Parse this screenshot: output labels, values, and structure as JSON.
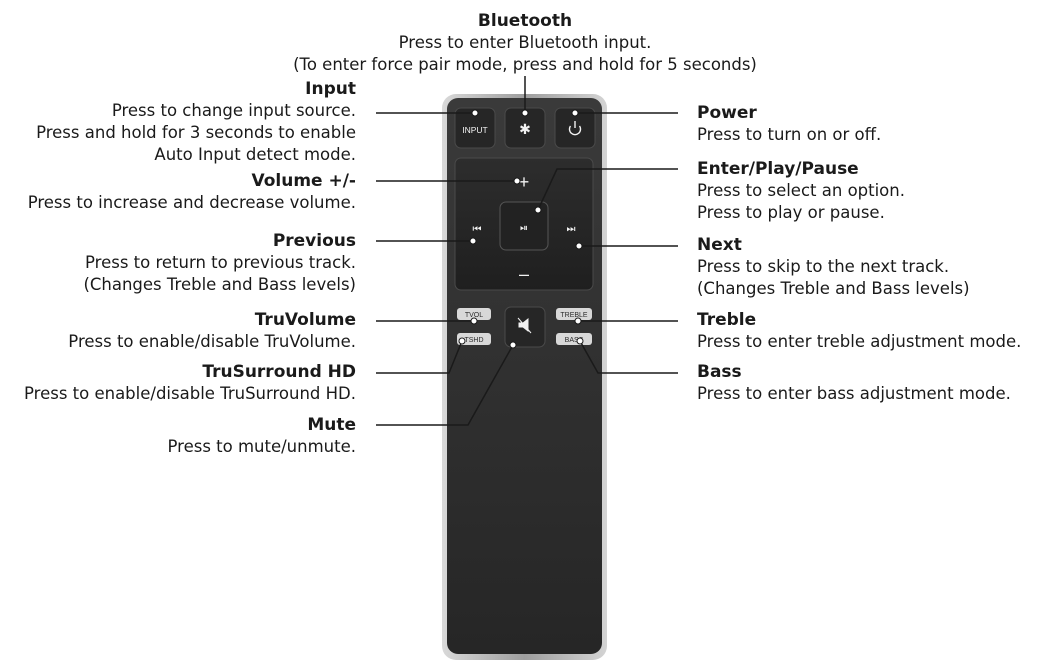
{
  "callouts": {
    "bluetooth": {
      "title": "Bluetooth",
      "lines": [
        "Press to enter Bluetooth input.",
        "(To enter force pair mode, press and hold for 5 seconds)"
      ]
    },
    "input": {
      "title": "Input",
      "lines": [
        "Press to change input source.",
        "Press and hold for 3 seconds to enable",
        "Auto Input detect mode."
      ]
    },
    "volume": {
      "title": "Volume +/-",
      "lines": [
        "Press to increase and decrease volume."
      ]
    },
    "previous": {
      "title": "Previous",
      "lines": [
        "Press to return to previous track.",
        "(Changes Treble and Bass levels)"
      ]
    },
    "truvolume": {
      "title": "TruVolume",
      "lines": [
        "Press to enable/disable TruVolume."
      ]
    },
    "trusurround": {
      "title": "TruSurround HD",
      "lines": [
        "Press to enable/disable TruSurround HD."
      ]
    },
    "mute": {
      "title": "Mute",
      "lines": [
        "Press to mute/unmute."
      ]
    },
    "power": {
      "title": "Power",
      "lines": [
        "Press to turn on or off."
      ]
    },
    "enter": {
      "title": "Enter/Play/Pause",
      "lines": [
        "Press to select an option.",
        "Press to play or pause."
      ]
    },
    "next": {
      "title": "Next",
      "lines": [
        "Press to skip to the next track.",
        "(Changes Treble and Bass levels)"
      ]
    },
    "treble": {
      "title": "Treble",
      "lines": [
        "Press to enter treble adjustment mode."
      ]
    },
    "bass": {
      "title": "Bass",
      "lines": [
        "Press to enter bass adjustment mode."
      ]
    }
  },
  "remote": {
    "input_label": "INPUT",
    "bluetooth_glyph": "✱",
    "power_glyph": "⏻",
    "plus_glyph": "+",
    "minus_glyph": "–",
    "play_pause_glyph": "⏯",
    "prev_glyph": "⏮",
    "next_glyph": "⏭",
    "tvol_label": "TVOL",
    "tshd_label": "TSHD",
    "treble_label": "TREBLE",
    "bass_label": "BASS",
    "mute_glyph": "🔇"
  },
  "colors": {
    "remote_body": "#2e2e2e",
    "remote_edge": "#bdbdbd",
    "button": "#242424",
    "line": "#1a1a1a"
  }
}
